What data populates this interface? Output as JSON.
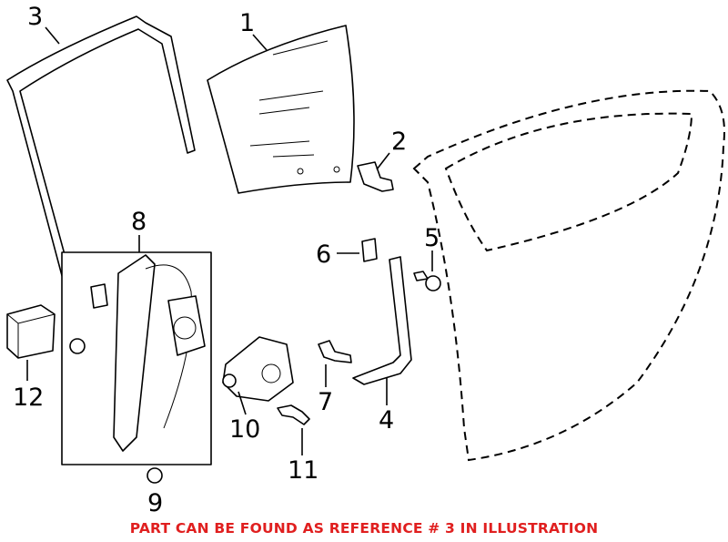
{
  "callouts": {
    "c1": "1",
    "c2": "2",
    "c3": "3",
    "c4": "4",
    "c5": "5",
    "c6": "6",
    "c7": "7",
    "c8": "8",
    "c9": "9",
    "c10": "10",
    "c11": "11",
    "c12": "12"
  },
  "note": "PART CAN BE FOUND AS REFERENCE # 3 IN ILLUSTRATION",
  "colors": {
    "line": "#000000",
    "note": "#e01f1f"
  }
}
